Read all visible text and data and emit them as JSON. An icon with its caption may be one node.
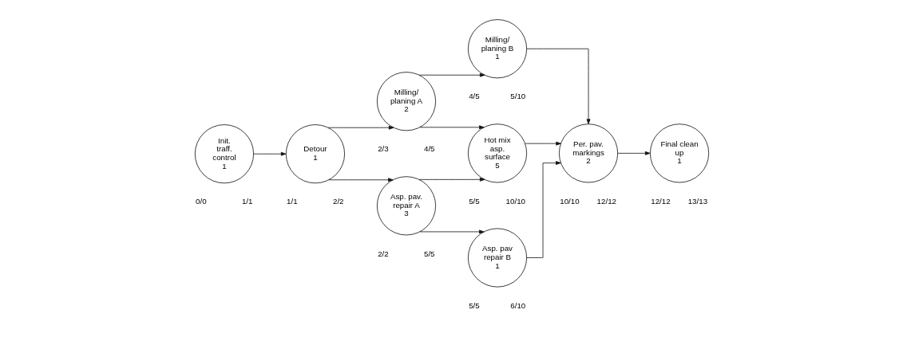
{
  "diagram": {
    "nodes": [
      {
        "text": [
          "Init. traff. control",
          "1"
        ],
        "beside": [
          "0/0",
          "1/1"
        ]
      },
      {
        "text": [
          "Detour",
          "1"
        ],
        "beside": [
          "1/1",
          "2/2"
        ]
      },
      {
        "text": [
          "Milling/ planing A",
          "2"
        ],
        "beside": [
          "2/3",
          "4/5"
        ]
      },
      {
        "text": [
          "Milling/ planing B",
          "1"
        ],
        "beside": [
          "4/5",
          "5/10"
        ]
      },
      {
        "text": [
          "Hot mix asp. surface",
          "5"
        ],
        "beside": [
          "5/5",
          "10/10"
        ]
      },
      {
        "text": [
          "Per. pav. markings",
          "2"
        ],
        "beside": [
          "10/10",
          "12/12"
        ]
      },
      {
        "text": [
          "Final clean up",
          "1"
        ],
        "beside": [
          "12/12",
          "13/13"
        ]
      },
      {
        "text": [
          "Asp. pav. repair A",
          "3"
        ],
        "beside": [
          "2/2",
          "5/5"
        ]
      },
      {
        "text": [
          "Asp. pav repair B",
          "1"
        ],
        "beside": [
          "5/5",
          "6/10"
        ]
      }
    ],
    "edges": [
      {
        "from": 0,
        "to": 1,
        "arrow": "to"
      },
      {
        "from": 1,
        "to": 2,
        "arrow": "to"
      },
      {
        "from": 1,
        "to": 7,
        "arrow": "to"
      },
      {
        "from": 2,
        "to": 3,
        "arrow": "to"
      },
      {
        "from": 2,
        "to": 4,
        "arrow": "to"
      },
      {
        "from": 7,
        "to": 4,
        "arrow": "to"
      },
      {
        "from": 7,
        "to": 8,
        "arrow": "to"
      },
      {
        "from": 3,
        "to": 5,
        "arrow": "to"
      },
      {
        "from": 4,
        "to": 5,
        "arrow": "to"
      },
      {
        "from": 8,
        "to": 5,
        "arrow": "to"
      },
      {
        "from": 5,
        "to": 6,
        "arrow": "to"
      }
    ]
  }
}
